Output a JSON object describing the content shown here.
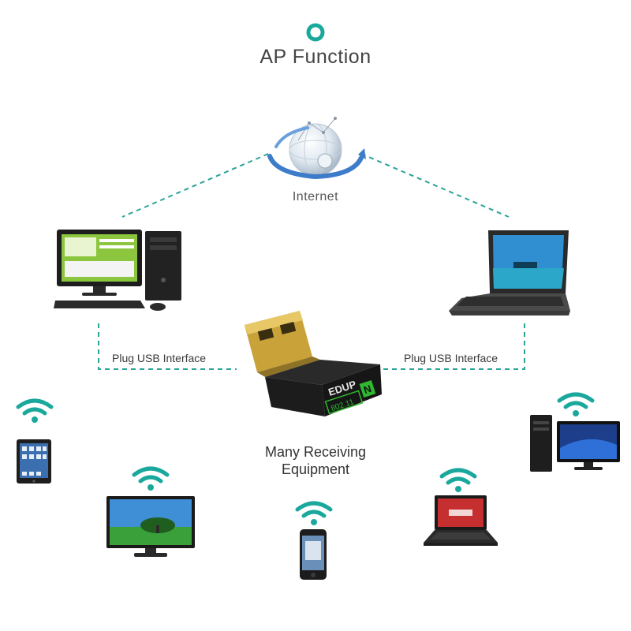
{
  "title": "AP Function",
  "internet": {
    "label": "Internet"
  },
  "plug": {
    "left_label": "Plug USB Interface",
    "right_label": "Plug USB Interface"
  },
  "adapter": {
    "brand": "EDUP",
    "standard": "802.11",
    "badge": "N"
  },
  "receivers": {
    "caption_line1": "Many Receiving",
    "caption_line2": "Equipment"
  },
  "colors": {
    "accent_teal": "#1aa89c",
    "connector_teal": "#2aa39a",
    "usb_gold": "#c9a23a",
    "adapter_black": "#1c1c1c",
    "badge_green": "#2fb82f"
  },
  "icons": [
    "ring-icon",
    "globe-icon",
    "desktop-pc-icon",
    "laptop-icon",
    "usb-adapter-icon",
    "tablet-icon",
    "tv-icon",
    "phone-icon",
    "netbook-icon",
    "desktop-monitor-icon",
    "wifi-icon"
  ]
}
